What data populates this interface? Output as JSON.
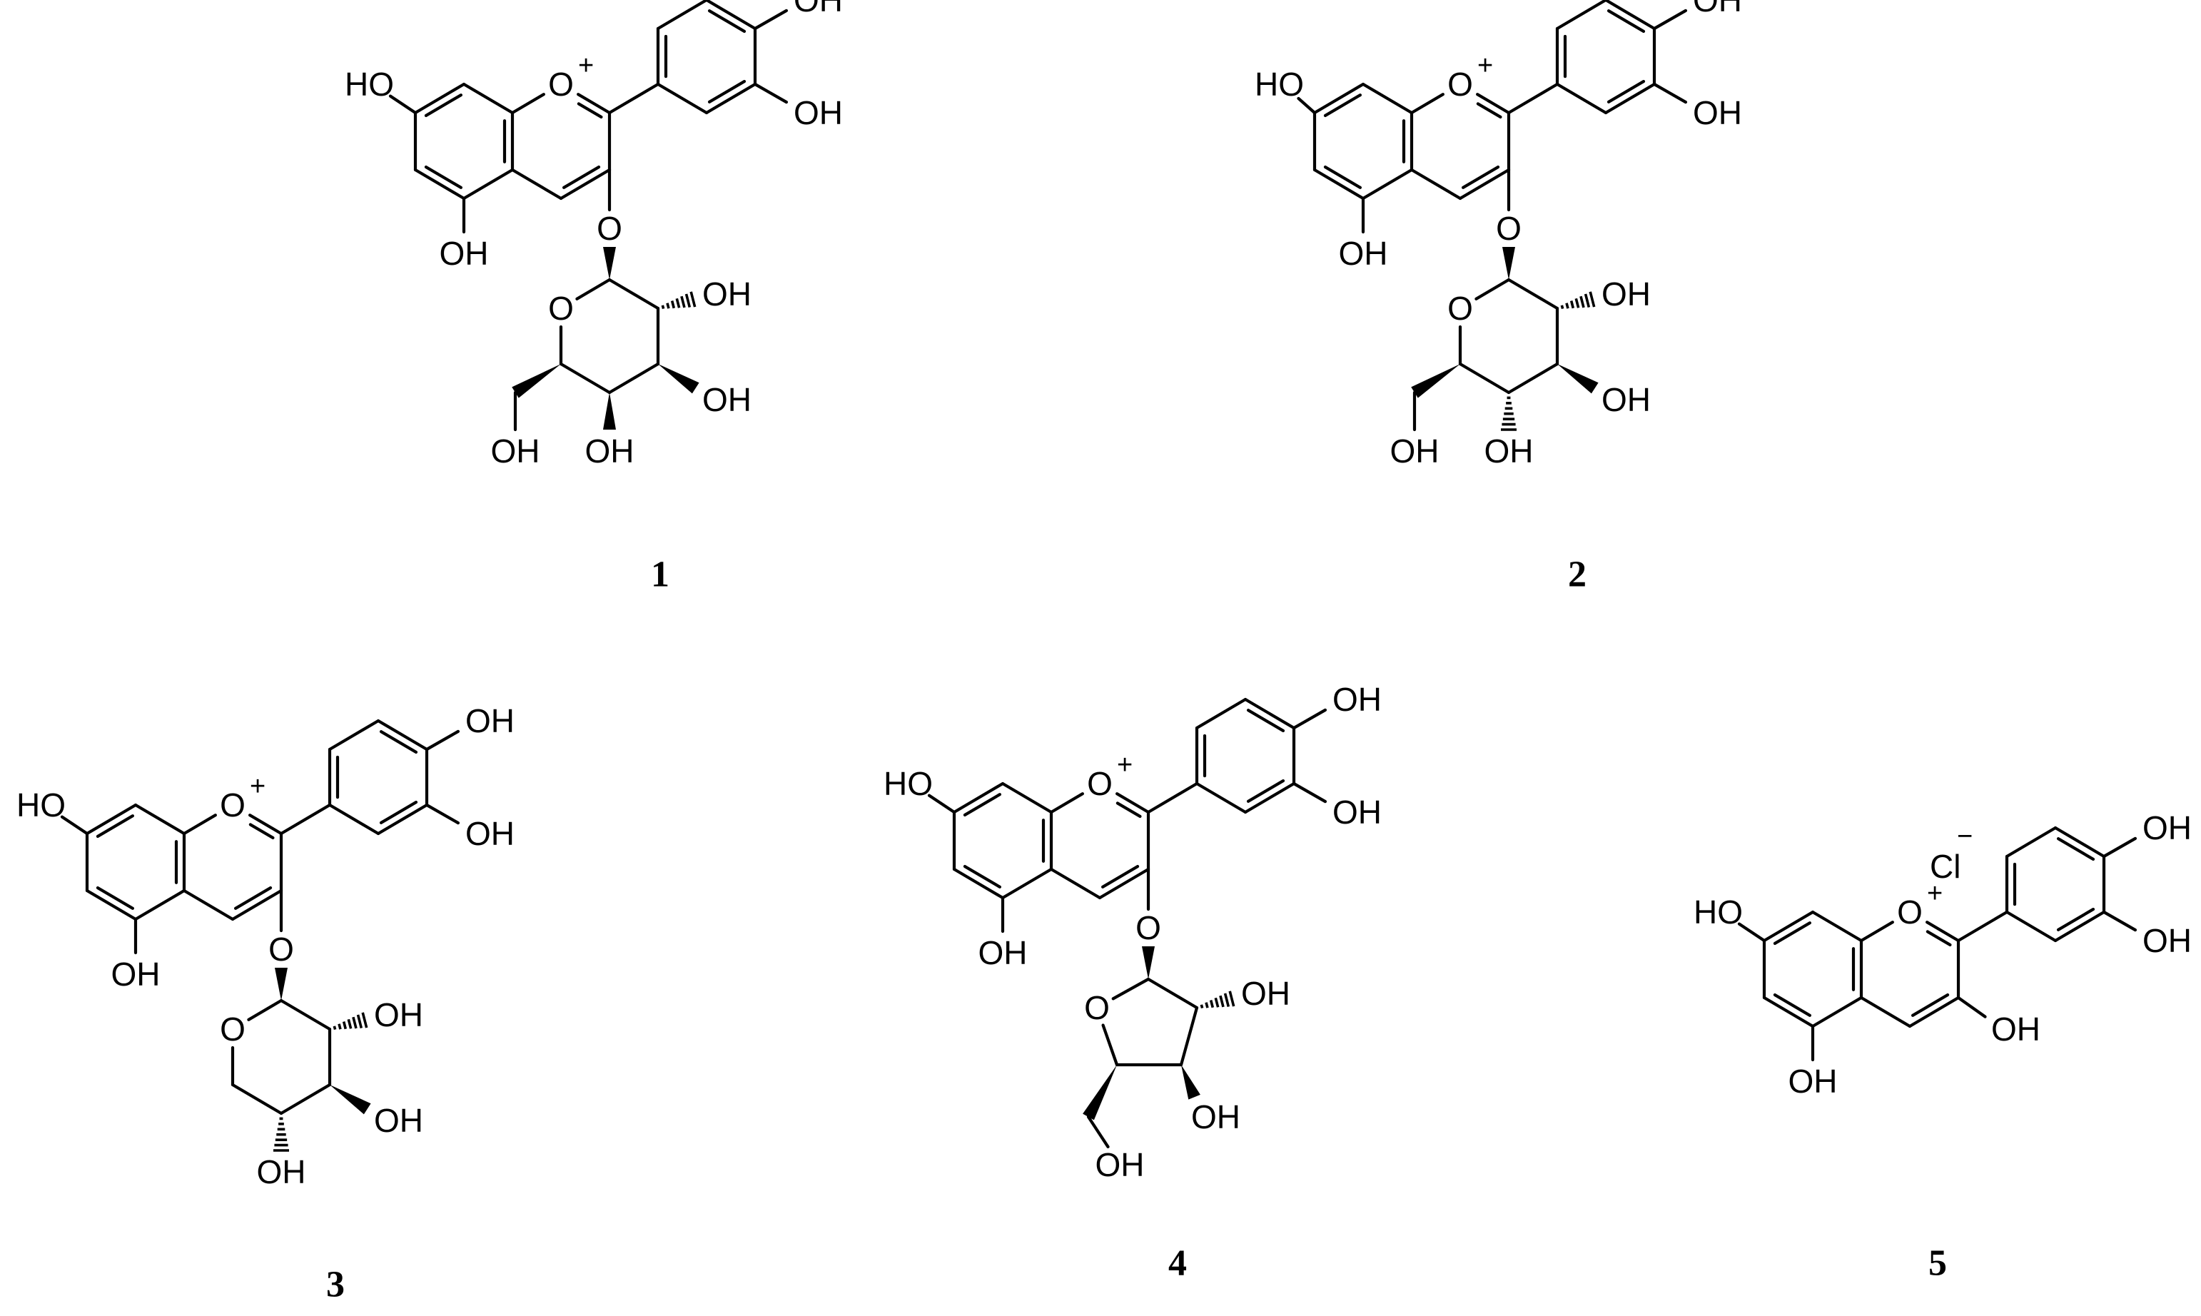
{
  "compounds": [
    {
      "number": "1",
      "sugar": "pyranose",
      "c4": "wedge",
      "chloride": false
    },
    {
      "number": "2",
      "sugar": "pyranose",
      "c4": "hash",
      "chloride": false
    },
    {
      "number": "3",
      "sugar": "pentopyranose",
      "c4": "hash",
      "chloride": false
    },
    {
      "number": "4",
      "sugar": "furanose",
      "chloride": false
    },
    {
      "number": "5",
      "sugar": "none",
      "chloride": true
    }
  ],
  "labels": {
    "hydroxyl": "OH",
    "hydroxyl_left": "HO",
    "oxygen": "O",
    "plus": "+",
    "chloride": "Cl",
    "minus": "−"
  }
}
